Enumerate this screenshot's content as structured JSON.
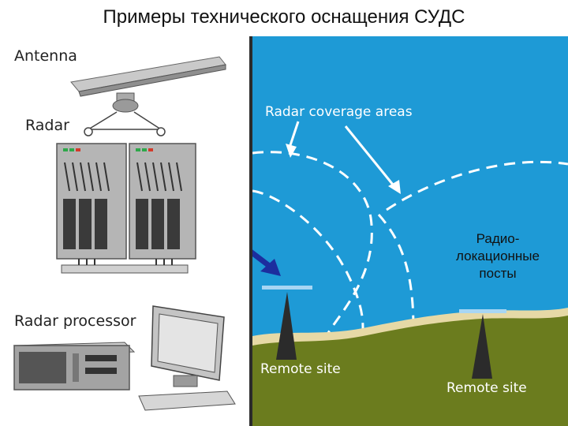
{
  "title": "Примеры технического оснащения СУДС",
  "left": {
    "antenna_label": "Antenna",
    "radar_label": "Radar",
    "processor_label": "Radar processor"
  },
  "right": {
    "coverage_label": "Radar coverage areas",
    "posts_label_line1": "Радио-",
    "posts_label_line2": "локационные",
    "posts_label_line3": "посты",
    "remote_site_1": "Remote site",
    "remote_site_2": "Remote site"
  },
  "colors": {
    "sea": "#1e9ad6",
    "land": "#6b7c1e",
    "beach": "#e6d9a6",
    "arrow": "#1c2e9e"
  }
}
